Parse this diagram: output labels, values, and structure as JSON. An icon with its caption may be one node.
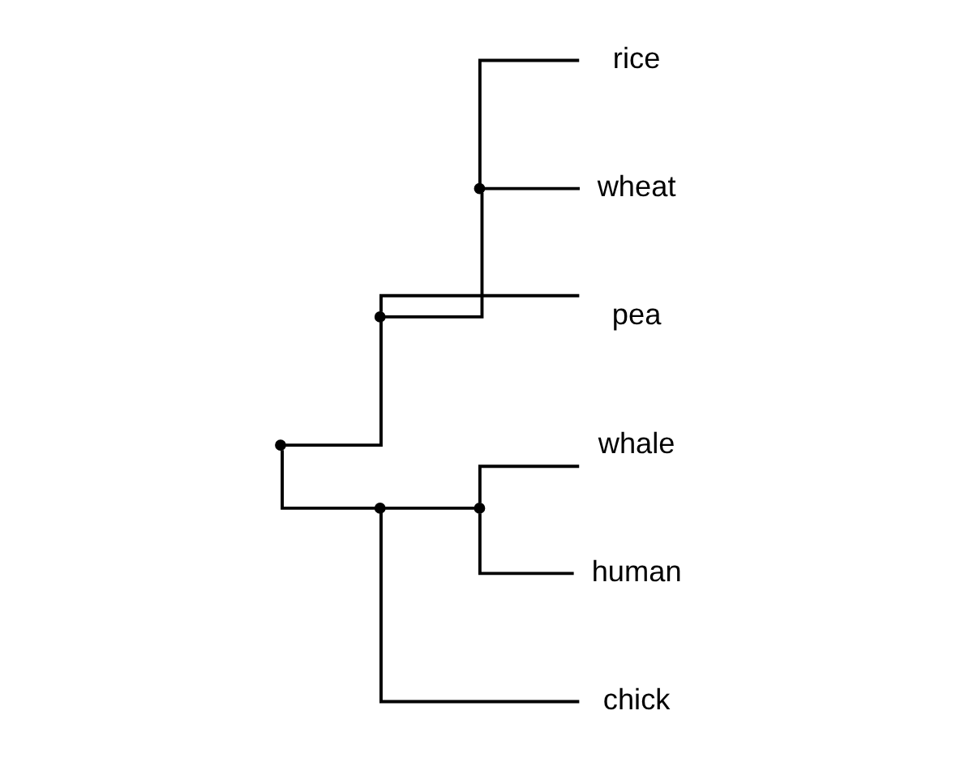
{
  "diagram": {
    "nodes": [
      {
        "text": [],
        "shape": "point"
      },
      {
        "text": [],
        "shape": "point"
      },
      {
        "text": [],
        "shape": "point"
      },
      {
        "text": [
          "rice"
        ]
      },
      {
        "text": [
          "wheat"
        ]
      },
      {
        "text": [
          "pea"
        ]
      },
      {
        "text": [],
        "shape": "point"
      },
      {
        "text": [],
        "shape": "point"
      },
      {
        "text": [
          "whale"
        ]
      },
      {
        "text": [
          "human"
        ]
      },
      {
        "text": [
          "chick"
        ]
      }
    ],
    "edges": [
      {
        "from": 0,
        "to": 1,
        "arrow": "none"
      },
      {
        "from": 1,
        "to": 2,
        "arrow": "none"
      },
      {
        "from": 2,
        "to": 3,
        "arrow": "none"
      },
      {
        "from": 2,
        "to": 4,
        "arrow": "none"
      },
      {
        "from": 1,
        "to": 5,
        "arrow": "none"
      },
      {
        "from": 0,
        "to": 6,
        "arrow": "none"
      },
      {
        "from": 6,
        "to": 7,
        "arrow": "none"
      },
      {
        "from": 7,
        "to": 8,
        "arrow": "none"
      },
      {
        "from": 7,
        "to": 9,
        "arrow": "none"
      },
      {
        "from": 6,
        "to": 10,
        "arrow": "none"
      }
    ]
  }
}
